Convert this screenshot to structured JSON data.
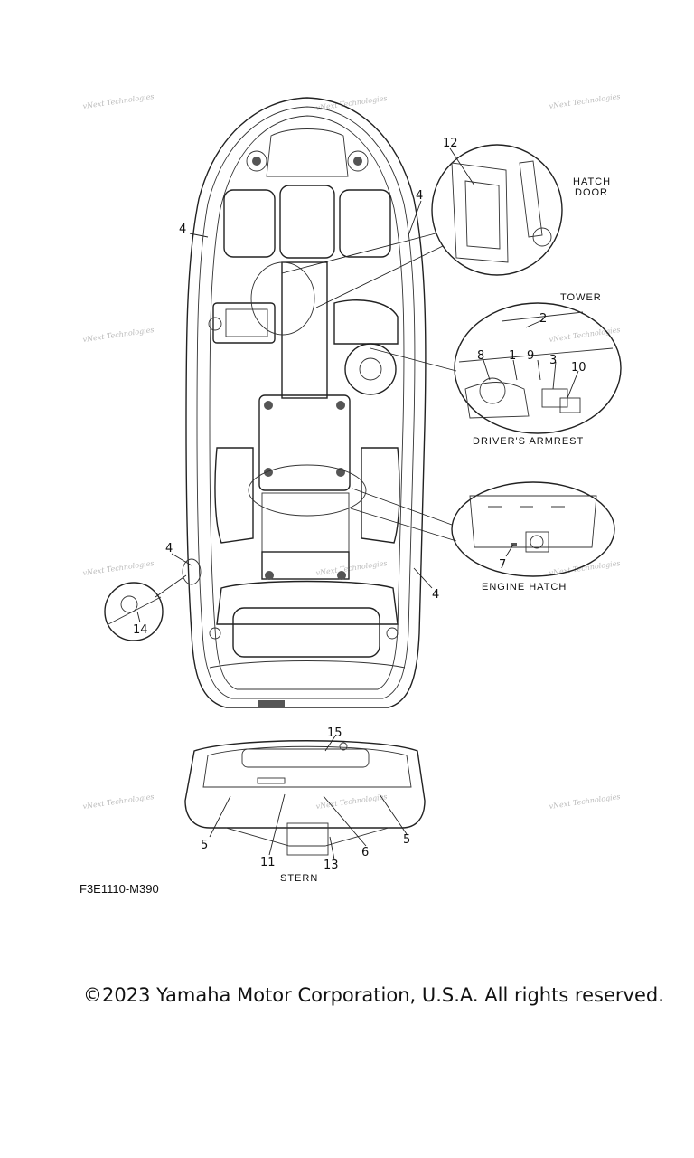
{
  "callouts": {
    "c1": "1",
    "c2": "2",
    "c3": "3",
    "c4": "4",
    "c5": "5",
    "c6": "6",
    "c7": "7",
    "c8": "8",
    "c9": "9",
    "c10": "10",
    "c11": "11",
    "c12": "12",
    "c13": "13",
    "c14": "14",
    "c15": "15"
  },
  "captions": {
    "hatch_door_line1": "HATCH",
    "hatch_door_line2": "DOOR",
    "tower": "TOWER",
    "drivers_armrest": "DRIVER'S ARMREST",
    "engine_hatch": "ENGINE HATCH",
    "stern": "STERN"
  },
  "watermark": "vNext Technologies",
  "diagram_code": "F3E1110-M390",
  "copyright": "©2023 Yamaha Motor Corporation, U.S.A. All rights reserved."
}
